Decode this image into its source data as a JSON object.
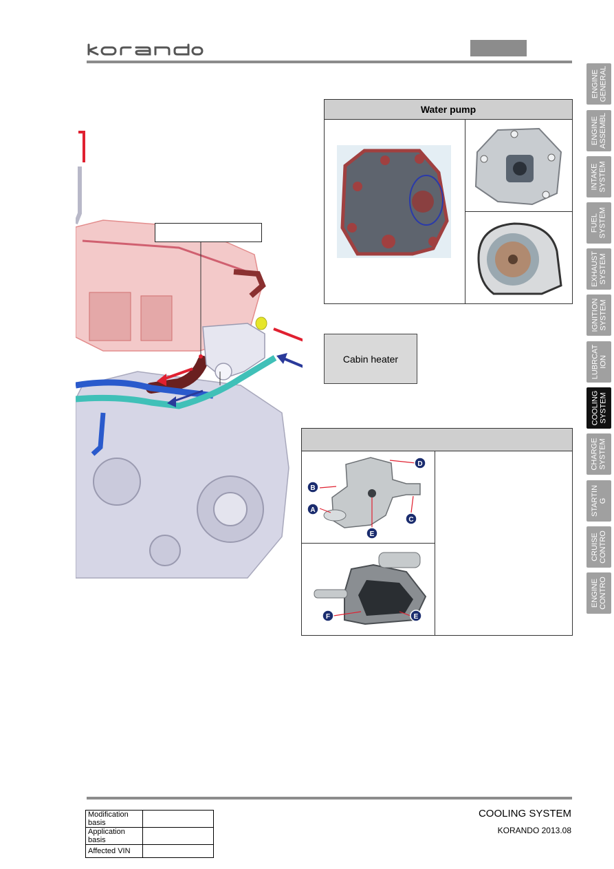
{
  "header": {
    "brand": "korando"
  },
  "side_tabs": [
    {
      "label": "ENGINE\nGENERAL",
      "active": false
    },
    {
      "label": "ENGINE\nASSEMBL",
      "active": false
    },
    {
      "label": "INTAKE\nSYSTEM",
      "active": false
    },
    {
      "label": "FUEL\nSYSTEM",
      "active": false
    },
    {
      "label": "EXHAUST\nSYSTEM",
      "active": false
    },
    {
      "label": "IGNITION\nSYSTEM",
      "active": false
    },
    {
      "label": "LUBRCAT\nION",
      "active": false
    },
    {
      "label": "COOLING\nSYSTEM",
      "active": true
    },
    {
      "label": "CHARGE\nSYSTEM",
      "active": false
    },
    {
      "label": "STARTIN\nG",
      "active": false
    },
    {
      "label": "CRUISE\nCONTRO",
      "active": false
    },
    {
      "label": "ENGINE\nCONTRO",
      "active": false
    }
  ],
  "water_pump": {
    "title": "Water pump"
  },
  "cabin_heater": {
    "label": "Cabin heater"
  },
  "thermostat_labels": {
    "a": "A",
    "b": "B",
    "c": "C",
    "d": "D",
    "e": "E",
    "f": "F"
  },
  "footer": {
    "title": "COOLING SYSTEM",
    "subtitle": "KORANDO 2013.08",
    "rows": [
      {
        "label": "Modification basis",
        "value": ""
      },
      {
        "label": "Application basis",
        "value": ""
      },
      {
        "label": "Affected VIN",
        "value": ""
      }
    ]
  },
  "colors": {
    "hot_flow": "#e02030",
    "cold_flow": "#2a3a9a",
    "active_tab": "#111111",
    "tab": "#a0a0a0"
  }
}
